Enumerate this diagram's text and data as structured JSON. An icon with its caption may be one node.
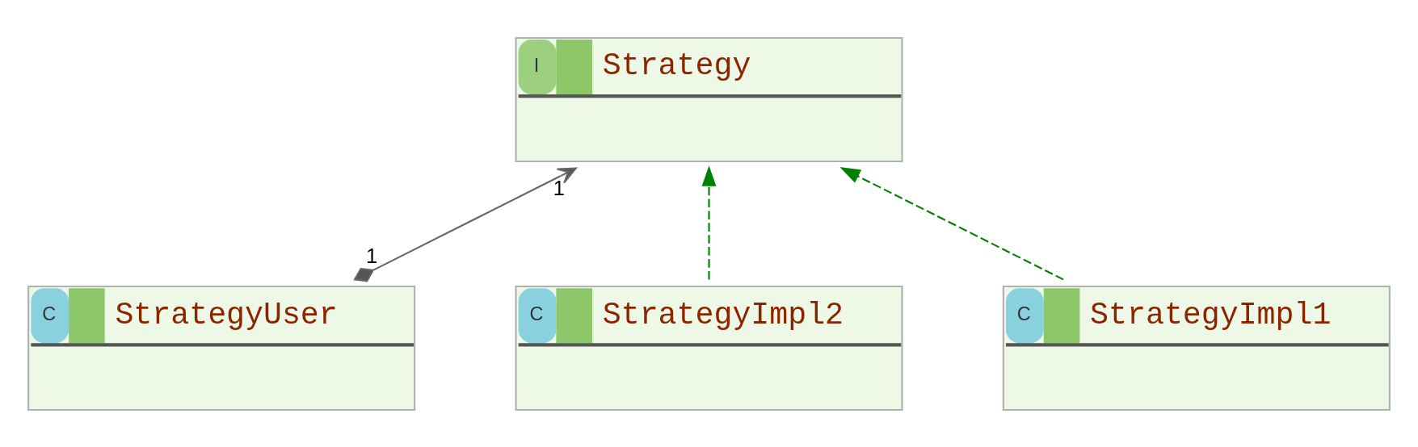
{
  "diagram": {
    "nodes": [
      {
        "text": [
          "I",
          "Strategy"
        ]
      },
      {
        "text": [
          "C",
          "StrategyUser"
        ]
      },
      {
        "text": [
          "C",
          "StrategyImpl2"
        ]
      },
      {
        "text": [
          "C",
          "StrategyImpl1"
        ]
      }
    ],
    "edges": [
      {
        "from": 1,
        "to": 0,
        "arrow": "to",
        "color": "#666666"
      },
      {
        "from": 2,
        "to": 0,
        "arrow": "to",
        "style": "dashed",
        "color": "#008000"
      },
      {
        "from": 3,
        "to": 0,
        "arrow": "to",
        "style": "dashed",
        "color": "#008000"
      }
    ],
    "labels": [
      "1",
      "1"
    ]
  }
}
